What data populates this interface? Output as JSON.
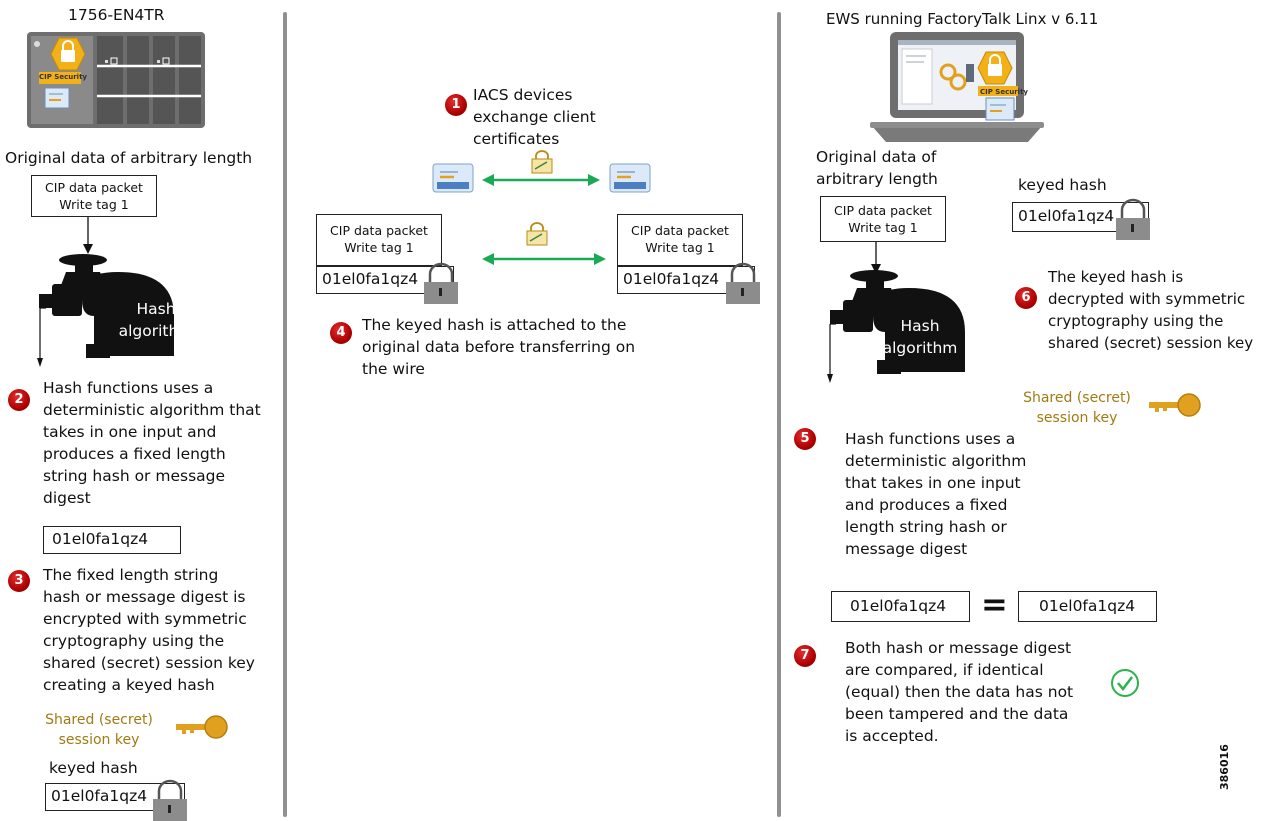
{
  "left": {
    "device_title": "1756-EN4TR",
    "cip_security_badge": "CIP Security",
    "original_data_label": "Original data of arbitrary length",
    "packet": {
      "line1": "CIP data packet",
      "line2": "Write tag 1"
    },
    "hash_machine_label": {
      "line1": "Hash",
      "line2": "algorithm"
    },
    "step2": {
      "num": "2",
      "lines": [
        "Hash functions uses a",
        "deterministic algorithm that",
        "takes in one input and",
        "produces a fixed length",
        "string  hash or message",
        "digest"
      ]
    },
    "digest": "01el0fa1qz4",
    "step3": {
      "num": "3",
      "lines": [
        "The fixed length string",
        "hash or message digest is",
        "encrypted with symmetric",
        "cryptography using the",
        "shared (secret) session key",
        "creating a keyed hash"
      ]
    },
    "session_key": {
      "line1": "Shared (secret)",
      "line2": "session key"
    },
    "keyed_hash_label": "keyed hash",
    "keyed_hash": "01el0fa1qz4"
  },
  "middle": {
    "step1": {
      "num": "1",
      "lines": [
        "IACS devices",
        "exchange client",
        "certificates"
      ]
    },
    "left_packet": {
      "line1": "CIP data packet",
      "line2": "Write tag 1"
    },
    "left_hash": "01el0fa1qz4",
    "right_packet": {
      "line1": "CIP data packet",
      "line2": "Write tag 1"
    },
    "right_hash": "01el0fa1qz4",
    "step4": {
      "num": "4",
      "lines": [
        "The keyed hash is attached to the",
        "original data before transferring on",
        "the wire"
      ]
    }
  },
  "right": {
    "title": "EWS running FactoryTalk Linx v 6.11",
    "cip_security_badge": "CIP Security",
    "original_data_label": {
      "line1": "Original data of",
      "line2": "arbitrary length"
    },
    "packet": {
      "line1": "CIP data packet",
      "line2": "Write tag 1"
    },
    "keyed_hash_label": "keyed hash",
    "keyed_hash": "01el0fa1qz4",
    "step6": {
      "num": "6",
      "lines": [
        "The keyed hash is",
        "decrypted with symmetric",
        "cryptography using the",
        "shared (secret) session key"
      ]
    },
    "hash_machine_label": {
      "line1": "Hash",
      "line2": "algorithm"
    },
    "session_key": {
      "line1": "Shared (secret)",
      "line2": "session key"
    },
    "step5": {
      "num": "5",
      "lines": [
        "Hash functions uses a",
        "deterministic algorithm",
        "that takes in one input",
        "and produces a fixed",
        "length string  hash or",
        "message digest"
      ]
    },
    "compare_left": "01el0fa1qz4",
    "equals": "=",
    "compare_right": "01el0fa1qz4",
    "step7": {
      "num": "7",
      "lines": [
        "Both hash or message digest",
        "are compared, if identical",
        "(equal) then the data has not",
        "been tampered and the data",
        "is accepted."
      ]
    }
  },
  "figure_id": "386016",
  "colors": {
    "badge": "#b00000",
    "arrow": "#1aaa55",
    "gold": "#a07a12",
    "key": "#e0a020",
    "check": "#2bb24c",
    "divider": "#909090"
  }
}
